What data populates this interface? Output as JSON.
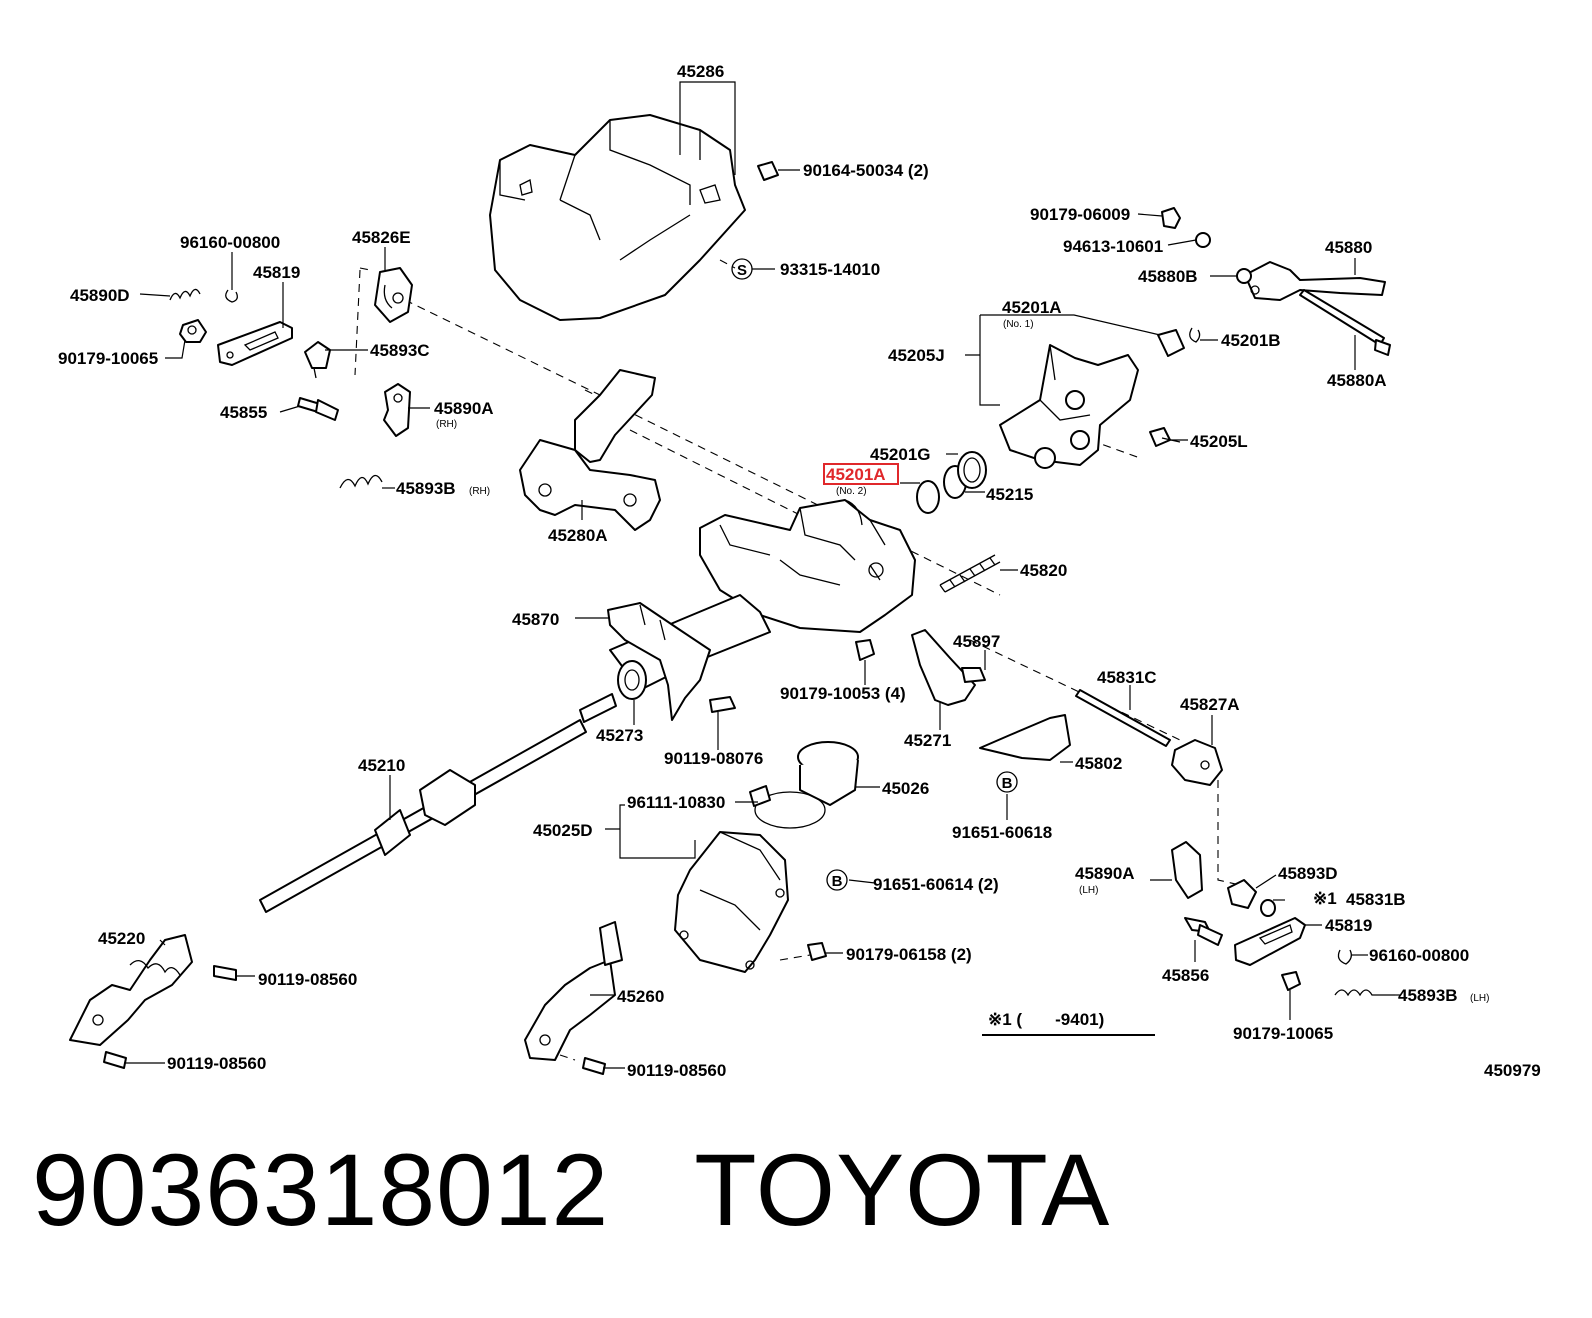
{
  "diagram_code": "450979",
  "highlighted_label": "45201A",
  "labels": [
    "45286",
    "90164-50034 (2)",
    "93315-14010",
    "96160-00800",
    "45826E",
    "45819",
    "45890D",
    "90179-10065",
    "45893C",
    "45855",
    "45890A",
    "45893B",
    "90179-06009",
    "94613-10601",
    "45880",
    "45880B",
    "45201A",
    "45201B",
    "45205J",
    "45880A",
    "45205L",
    "45201G",
    "45215",
    "45280A",
    "45820",
    "45870",
    "45897",
    "90179-10053 (4)",
    "45831C",
    "45273",
    "90119-08076",
    "45827A",
    "45271",
    "45802",
    "45210",
    "96111-10830",
    "45026",
    "45025D",
    "91651-60618",
    "45890A",
    "45893D",
    "91651-60614 (2)",
    "45831B",
    "45819",
    "45220",
    "90179-06158 (2)",
    "45856",
    "96160-00800",
    "90119-08560",
    "45893B",
    "45260",
    "90179-10065",
    "90119-08560",
    "90119-08560"
  ],
  "sublabels": [
    "(No. 1)",
    "(No. 2)",
    "(RH)",
    "(RH)",
    "(LH)",
    "(LH)"
  ],
  "callout_symbols": [
    "S",
    "B",
    "B"
  ],
  "footnote": "※1 (       -9401)",
  "footnote_marker": "※1",
  "caption": {
    "part_number": "9036318012",
    "brand": "TOYOTA"
  },
  "colors": {
    "line": "#000000",
    "background": "#ffffff",
    "highlight": "#e0282b"
  }
}
